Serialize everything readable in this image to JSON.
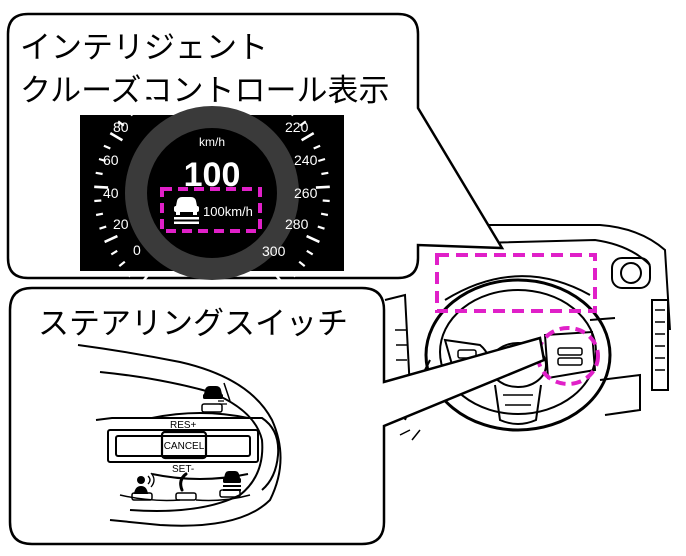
{
  "callouts": {
    "cruise": {
      "title_line1": "インテリジェント",
      "title_line2": "クルーズコントロール表示"
    },
    "steering": {
      "title": "ステアリングスイッチ"
    }
  },
  "gauge": {
    "unit": "km/h",
    "speed": "100",
    "set_speed": "100km/h",
    "left_ticks": [
      "80",
      "60",
      "40",
      "20",
      "0"
    ],
    "right_ticks": [
      "220",
      "240",
      "260",
      "280",
      "300"
    ]
  },
  "switch": {
    "res_label": "RES+",
    "cancel_label": "CANCEL",
    "set_label": "SET-"
  },
  "colors": {
    "highlight": "#e020c8",
    "display_bg": "#000000",
    "line": "#000000"
  },
  "icons": [
    "cruise-car-icon",
    "distance-icon",
    "phone-icon",
    "voice-icon",
    "lane-car-icon"
  ]
}
